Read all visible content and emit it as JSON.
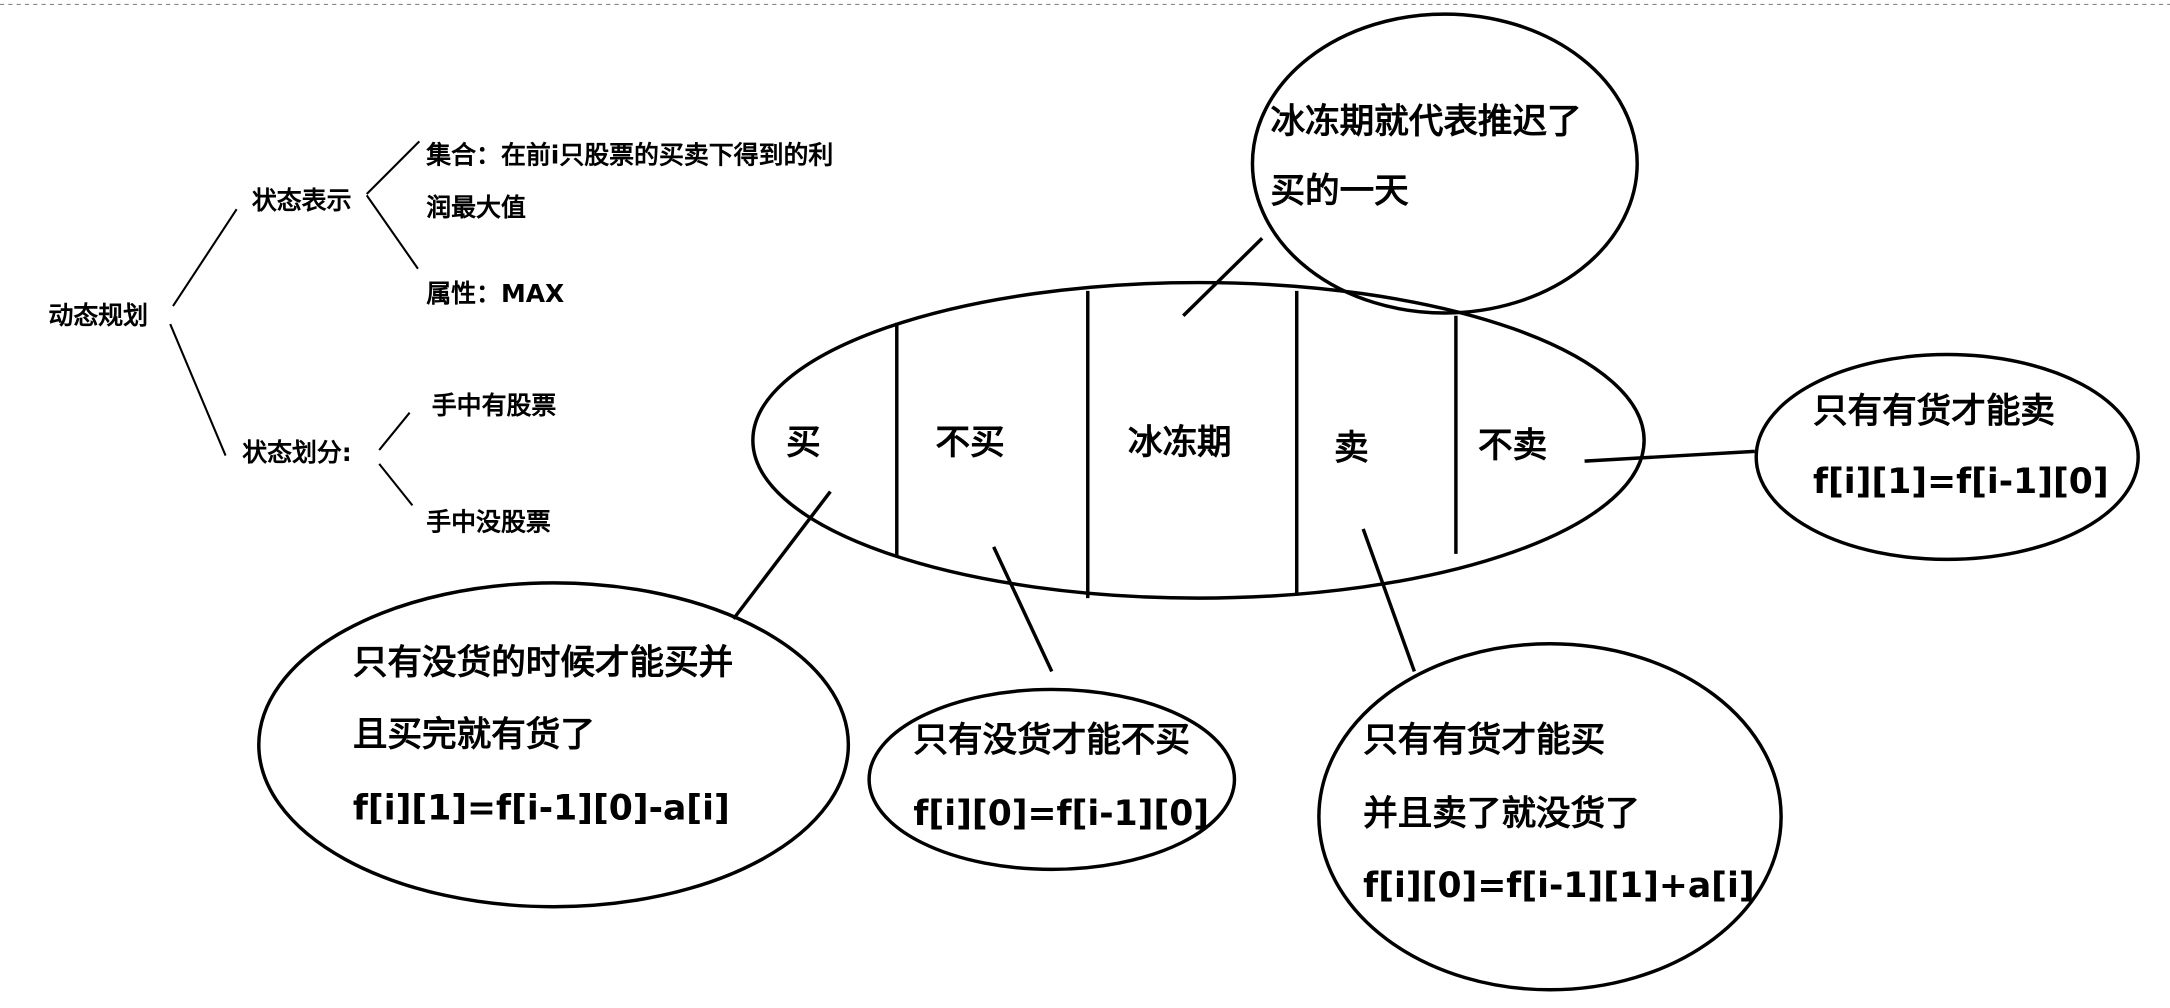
{
  "tree": {
    "root": "动态规划",
    "state_repr": "状态表示",
    "set_line1": "集合：在前i只股票的买卖下得到的利",
    "set_line2": "润最大值",
    "attr": "属性：MAX",
    "state_split": "状态划分:",
    "has_stock": "手中有股票",
    "no_stock": "手中没股票"
  },
  "main_ellipse": {
    "sections": [
      "买",
      "不买",
      "冰冻期",
      "卖",
      "不卖"
    ]
  },
  "notes": {
    "freeze": [
      "冰冻期就代表推迟了",
      "买的一天"
    ],
    "not_sell": [
      "只有有货才能卖",
      "f[i][1]=f[i-1][0]"
    ],
    "buy": [
      "只有没货的时候才能买并",
      "且买完就有货了",
      "f[i][1]=f[i-1][0]-a[i]"
    ],
    "not_buy": [
      "只有没货才能不买",
      "f[i][0]=f[i-1][0]"
    ],
    "sell": [
      "只有有货才能买",
      "并且卖了就没货了",
      "f[i][0]=f[i-1][1]+a[i]"
    ]
  }
}
